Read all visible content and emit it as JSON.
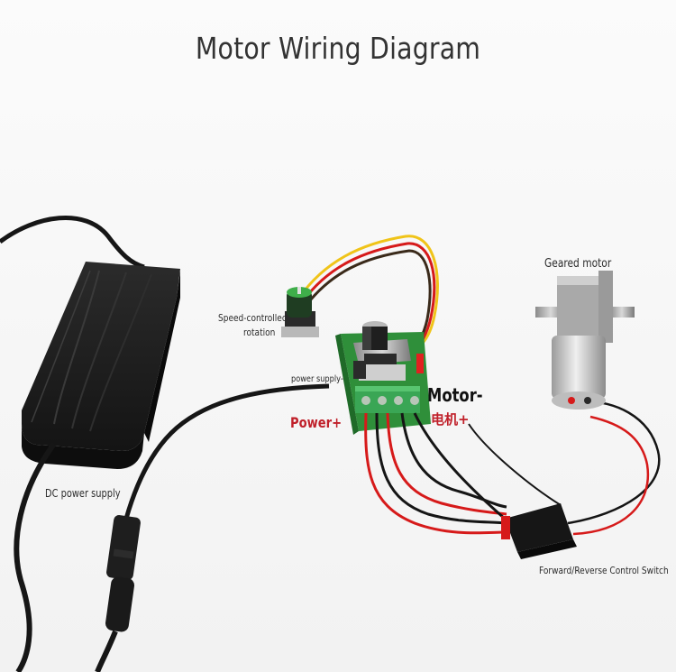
{
  "title": "Motor Wiring Diagram",
  "labels": {
    "speed_line1": "Speed-controlled",
    "speed_line2": "rotation",
    "geared_motor": "Geared motor",
    "dc_power_supply": "DC power supply",
    "forward_reverse": "Forward/Reverse Control Switch",
    "power_supply_minus": "power supply-",
    "motor_minus": "Motor-",
    "motor_plus_cn": "电机+",
    "power_plus": "Power+"
  },
  "colors": {
    "board_green": "#2f8f3a",
    "terminal_green": "#3aa655",
    "wire_red": "#d61a1a",
    "wire_black": "#151515",
    "wire_yellow": "#f0c419",
    "adapter_black": "#1c1c1c",
    "accent_red": "#c0202a"
  }
}
